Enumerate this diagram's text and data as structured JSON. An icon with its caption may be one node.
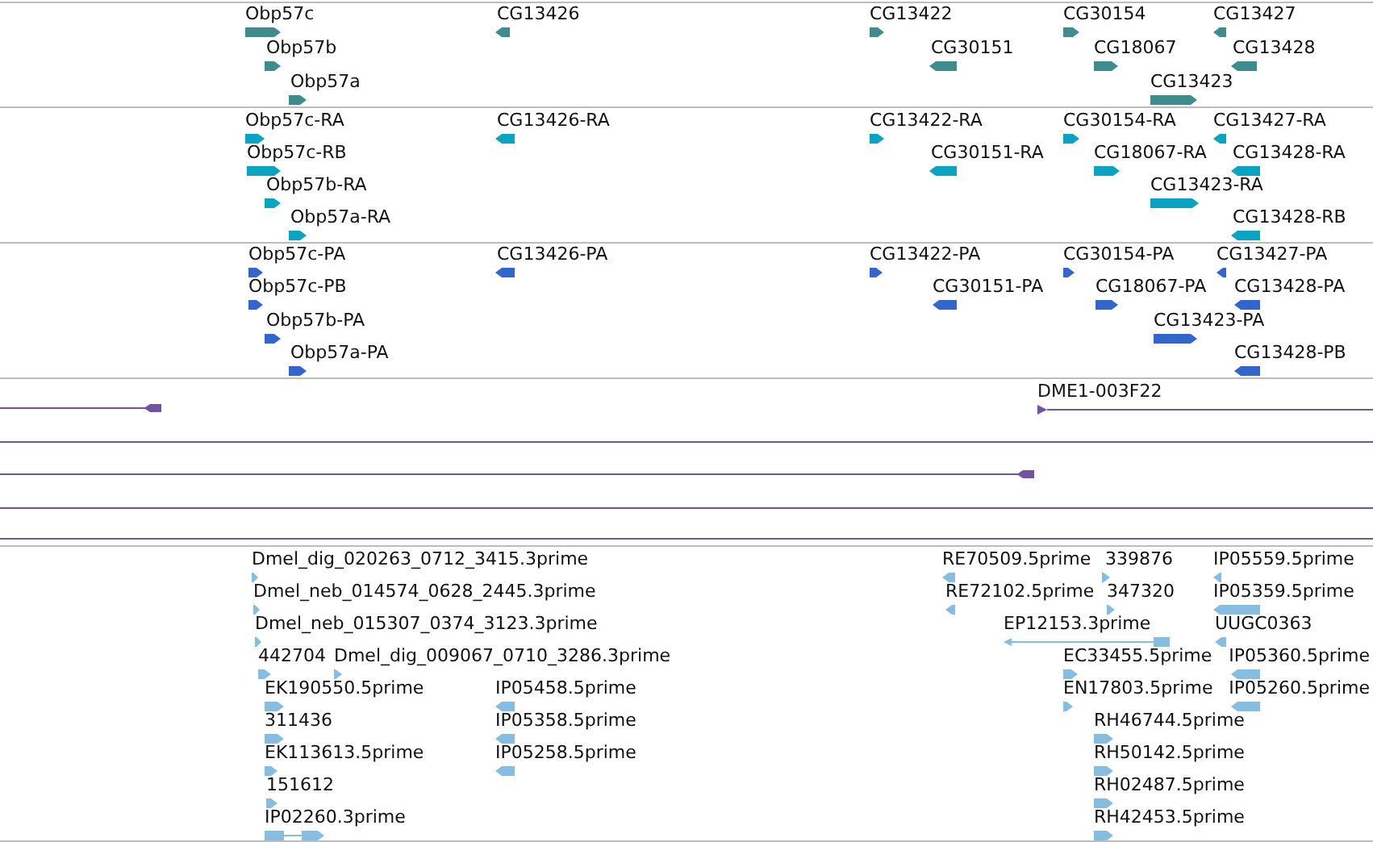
{
  "diagram": {
    "nodes": [
      {
        "text": [
          "Obp57c"
        ]
      },
      {
        "text": [
          "CG13426"
        ]
      },
      {
        "text": [
          "CG13422"
        ]
      },
      {
        "text": [
          "CG30154"
        ]
      },
      {
        "text": [
          "CG13427"
        ]
      },
      {
        "text": [
          "Obp57b"
        ]
      },
      {
        "text": [
          "CG30151"
        ]
      },
      {
        "text": [
          "CG18067"
        ]
      },
      {
        "text": [
          "CG13428"
        ]
      },
      {
        "text": [
          "Obp57a"
        ]
      },
      {
        "text": [
          "CG13423"
        ]
      },
      {
        "text": [
          "Obp57c-RA"
        ]
      },
      {
        "text": [
          "CG13426-RA"
        ]
      },
      {
        "text": [
          "CG13422-RA"
        ]
      },
      {
        "text": [
          "CG30154-RA"
        ]
      },
      {
        "text": [
          "CG13427-RA"
        ]
      },
      {
        "text": [
          "Obp57c-RB"
        ]
      },
      {
        "text": [
          "CG30151-RA"
        ]
      },
      {
        "text": [
          "CG18067-RA"
        ]
      },
      {
        "text": [
          "CG13428-RA"
        ]
      },
      {
        "text": [
          "Obp57b-RA"
        ]
      },
      {
        "text": [
          "CG13423-RA"
        ]
      },
      {
        "text": [
          "Obp57a-RA"
        ]
      },
      {
        "text": [
          "CG13428-RB"
        ]
      },
      {
        "text": [
          "Obp57c-PA"
        ]
      },
      {
        "text": [
          "CG13426-PA"
        ]
      },
      {
        "text": [
          "CG13422-PA"
        ]
      },
      {
        "text": [
          "CG30154-PA"
        ]
      },
      {
        "text": [
          "CG13427-PA"
        ]
      },
      {
        "text": [
          "Obp57c-PB"
        ]
      },
      {
        "text": [
          "CG30151-PA"
        ]
      },
      {
        "text": [
          "CG18067-PA"
        ]
      },
      {
        "text": [
          "CG13428-PA"
        ]
      },
      {
        "text": [
          "Obp57b-PA"
        ]
      },
      {
        "text": [
          "CG13423-PA"
        ]
      },
      {
        "text": [
          "Obp57a-PA"
        ]
      },
      {
        "text": [
          "CG13428-PB"
        ]
      },
      {
        "text": [],
        "shape": "bar"
      },
      {
        "text": [
          "DME1-003F22"
        ]
      },
      {
        "text": [],
        "shape": "bar"
      },
      {
        "text": [],
        "shape": "bar"
      },
      {
        "text": [],
        "shape": "bar"
      },
      {
        "text": [],
        "shape": "bar"
      },
      {
        "text": [
          "Dmel_dig_020263_0712_3415.3prime"
        ]
      },
      {
        "text": [
          "RE70509.5prime"
        ]
      },
      {
        "text": [
          "339876"
        ]
      },
      {
        "text": [
          "IP05559.5prime"
        ]
      },
      {
        "text": [
          "Dmel_neb_014574_0628_2445.3prime"
        ]
      },
      {
        "text": [
          "RE72102.5prime"
        ]
      },
      {
        "text": [
          "347320"
        ]
      },
      {
        "text": [
          "IP05359.5prime"
        ]
      },
      {
        "text": [
          "Dmel_neb_015307_0374_3123.3prime"
        ]
      },
      {
        "text": [
          "EP12153.3prime"
        ]
      },
      {
        "text": [
          "UUGC0363"
        ]
      },
      {
        "text": [
          "442704"
        ]
      },
      {
        "text": [
          "Dmel_dig_009067_0710_3286.3prime"
        ]
      },
      {
        "text": [
          "EC33455.5prime"
        ]
      },
      {
        "text": [
          "IP05360.5prime"
        ]
      },
      {
        "text": [
          "EK190550.5prime"
        ]
      },
      {
        "text": [
          "IP05458.5prime"
        ]
      },
      {
        "text": [
          "EN17803.5prime"
        ]
      },
      {
        "text": [
          "IP05260.5prime"
        ]
      },
      {
        "text": [
          "311436"
        ]
      },
      {
        "text": [
          "IP05358.5prime"
        ]
      },
      {
        "text": [
          "RH46744.5prime"
        ]
      },
      {
        "text": [
          "EK113613.5prime"
        ]
      },
      {
        "text": [
          "IP05258.5prime"
        ]
      },
      {
        "text": [
          "RH50142.5prime"
        ]
      },
      {
        "text": [
          "151612"
        ]
      },
      {
        "text": [
          "RH02487.5prime"
        ]
      },
      {
        "text": [
          "IP02260.3prime"
        ]
      },
      {
        "text": [
          "RH42453.5prime"
        ]
      }
    ]
  }
}
